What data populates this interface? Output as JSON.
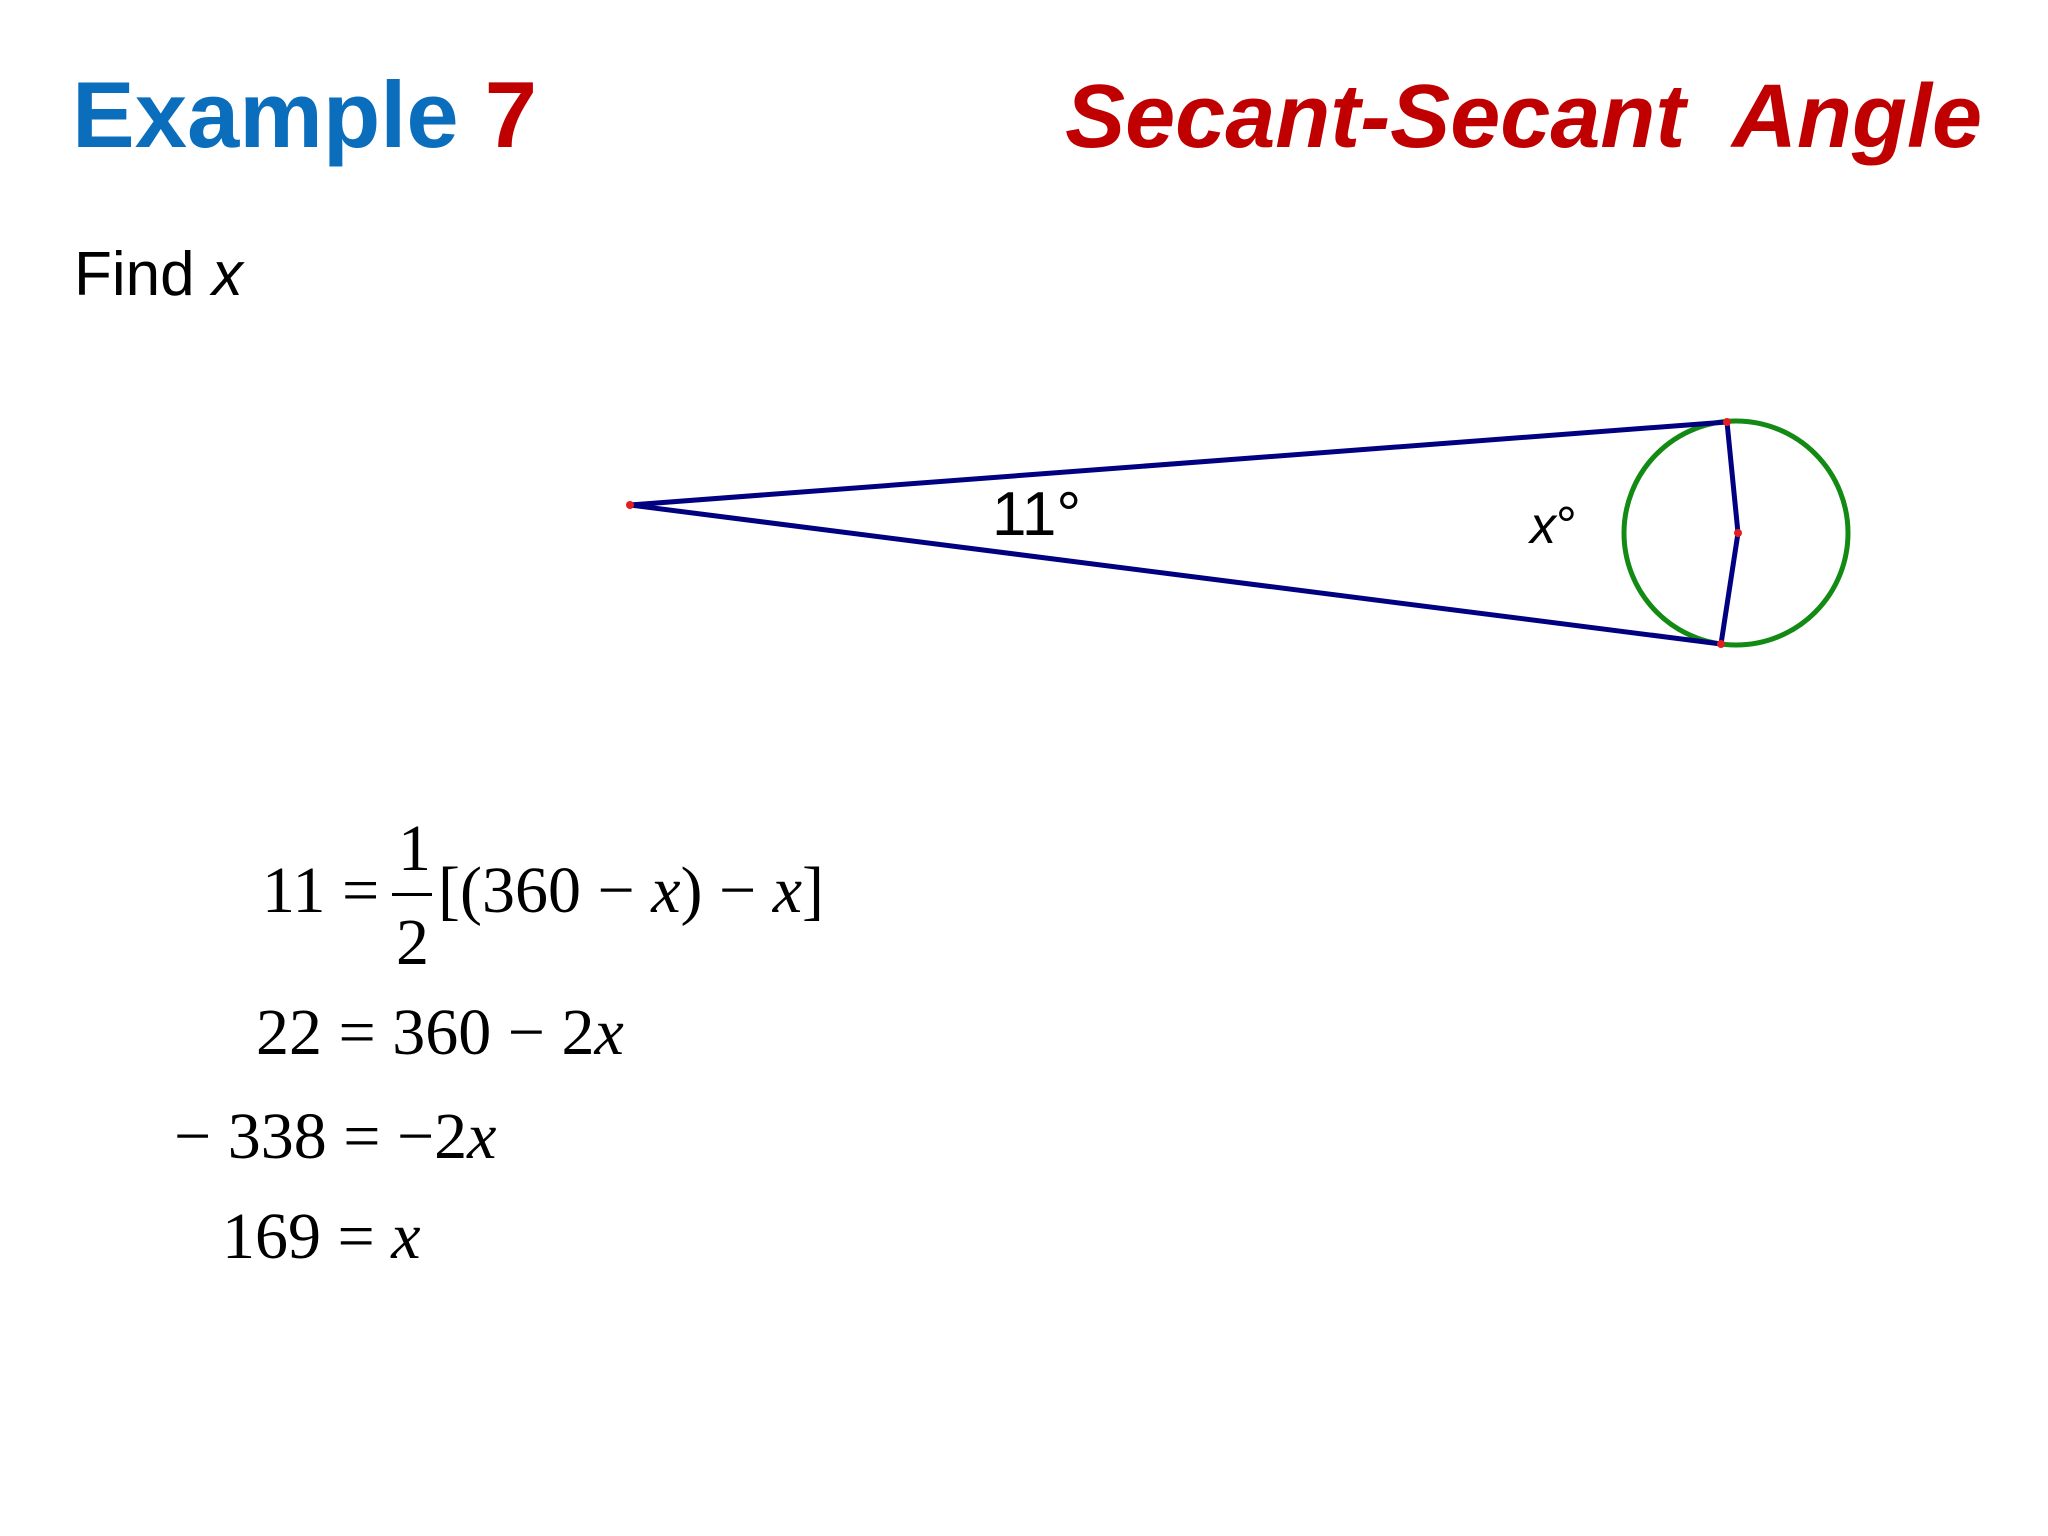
{
  "header": {
    "example_word": "Example",
    "example_number": "7",
    "topic": "Secant-Secant  Angle"
  },
  "prompt": {
    "text": "Find",
    "variable": "x"
  },
  "diagram": {
    "angle_label": "11°",
    "arc_label_var": "x",
    "arc_label_unit": "°",
    "colors": {
      "lines": "#000080",
      "circle": "#138a13",
      "points": "#e02020"
    }
  },
  "solution": {
    "line1": {
      "lhs": "11 =",
      "frac_num": "1",
      "frac_den": "2",
      "open": "[(360 − ",
      "var1": "x",
      "mid": ") − ",
      "var2": "x",
      "close": "]"
    },
    "line2": {
      "text": "22 = 360 − 2",
      "var": "x"
    },
    "line3": {
      "text": "− 338 = −2",
      "var": "x"
    },
    "line4": {
      "text": "169 = ",
      "var": "x"
    }
  }
}
